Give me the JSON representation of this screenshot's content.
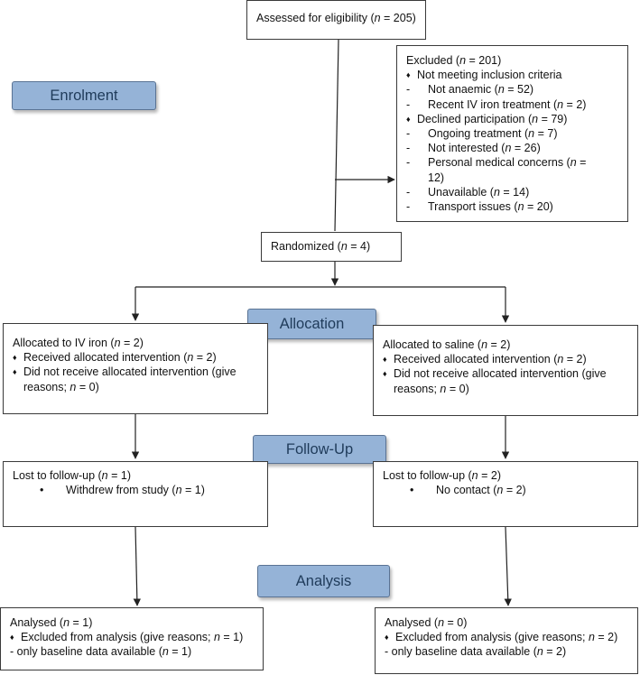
{
  "stages": {
    "enrolment": "Enrolment",
    "allocation": "Allocation",
    "follow_up": "Follow-Up",
    "analysis": "Analysis"
  },
  "assessed": {
    "prefix": "Assessed for eligibility (",
    "n": "n",
    "rest": " = 205)"
  },
  "excluded": {
    "title_prefix": "Excluded (",
    "title_n": "n",
    "title_rest": " = 201)",
    "not_meeting": "Not meeting inclusion criteria",
    "not_anaemic": {
      "label": "Not anaemic (",
      "n": "n",
      "rest": " = 52)"
    },
    "recent_iv": {
      "label": "Recent IV iron treatment (",
      "n": "n",
      "rest": " = 2)"
    },
    "declined": {
      "label": "Declined participation (",
      "n": "n",
      "rest": " = 79)"
    },
    "ongoing": {
      "label": "Ongoing treatment (",
      "n": "n",
      "rest": " = 7)"
    },
    "not_interested": {
      "label": "Not interested (",
      "n": "n",
      "rest": " = 26)"
    },
    "personal": {
      "label": "Personal medical concerns (",
      "n": "n",
      "rest": " = 12)"
    },
    "unavailable": {
      "label": "Unavailable (",
      "n": "n",
      "rest": " = 14)"
    },
    "transport": {
      "label": "Transport issues (",
      "n": "n",
      "rest": " = 20)"
    }
  },
  "randomized": {
    "prefix": "Randomized (",
    "n": "n",
    "rest": " = 4)"
  },
  "alloc_iron": {
    "title": {
      "label": "Allocated to IV iron (",
      "n": "n",
      "rest": " = 2)"
    },
    "received": {
      "label": "Received allocated intervention (",
      "n": "n",
      "rest": " = 2)"
    },
    "not_received": {
      "label": "Did not receive allocated intervention (give reasons; ",
      "n": "n",
      "rest": " = 0)"
    }
  },
  "alloc_saline": {
    "title": {
      "label": "Allocated to saline (",
      "n": "n",
      "rest": " = 2)"
    },
    "received": {
      "label": "Received allocated intervention (",
      "n": "n",
      "rest": " = 2)"
    },
    "not_received": {
      "label": "Did not receive allocated intervention (give reasons; ",
      "n": "n",
      "rest": " = 0)"
    }
  },
  "lost_iron": {
    "title": {
      "label": "Lost to follow-up (",
      "n": "n",
      "rest": " = 1)"
    },
    "item": {
      "label": "Withdrew from study (",
      "n": "n",
      "rest": " = 1)"
    }
  },
  "lost_saline": {
    "title": {
      "label": "Lost to follow-up (",
      "n": "n",
      "rest": " = 2)"
    },
    "item": {
      "label": "No contact (",
      "n": "n",
      "rest": " = 2)"
    }
  },
  "analysed_iron": {
    "title": {
      "label": "Analysed (",
      "n": "n",
      "rest": " = 1)"
    },
    "excluded": {
      "label": "Excluded from analysis (give reasons; ",
      "n": "n",
      "rest": " = 1)"
    },
    "baseline": {
      "label": "- only baseline data available (",
      "n": "n",
      "rest": " = 1)"
    }
  },
  "analysed_saline": {
    "title": {
      "label": "Analysed (",
      "n": "n",
      "rest": " = 0)"
    },
    "excluded": {
      "label": "Excluded from analysis (give reasons; ",
      "n": "n",
      "rest": " = 2)"
    },
    "baseline": {
      "label": "- only baseline data available (",
      "n": "n",
      "rest": " = 2)"
    }
  }
}
